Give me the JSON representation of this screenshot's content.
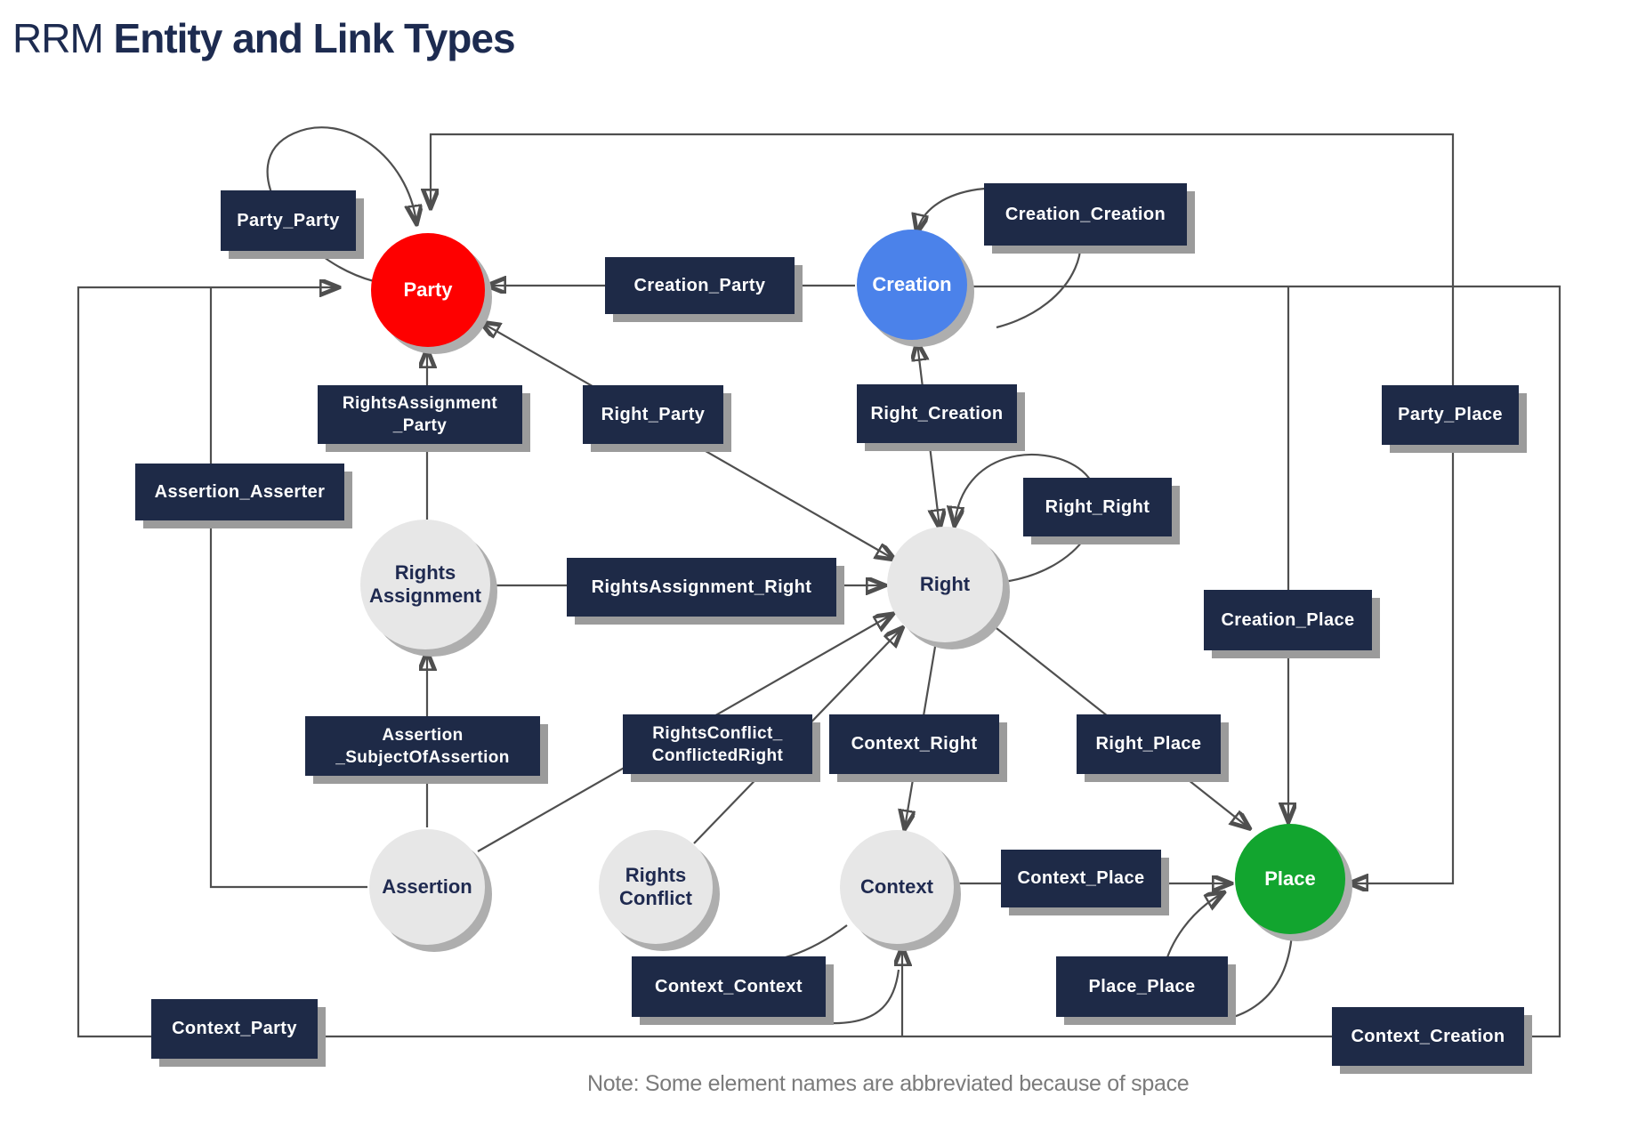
{
  "title": {
    "prefix": "RRM",
    "rest": " Entity and Link Types"
  },
  "note": "Note: Some element names are abbreviated because of space",
  "entities": {
    "party": {
      "label": "Party"
    },
    "creation": {
      "label": "Creation"
    },
    "rights_assignment": {
      "line1": "Rights",
      "line2": "Assignment"
    },
    "right": {
      "label": "Right"
    },
    "assertion": {
      "label": "Assertion"
    },
    "rights_conflict": {
      "line1": "Rights",
      "line2": "Conflict"
    },
    "context": {
      "label": "Context"
    },
    "place": {
      "label": "Place"
    }
  },
  "links": {
    "party_party": {
      "label": "Party_Party"
    },
    "creation_creation": {
      "label": "Creation_Creation"
    },
    "creation_party": {
      "label": "Creation_Party"
    },
    "rightsassignment_party": {
      "line1": "RightsAssignment",
      "line2": "_Party"
    },
    "right_party": {
      "label": "Right_Party"
    },
    "right_creation": {
      "label": "Right_Creation"
    },
    "assertion_asserter": {
      "label": "Assertion_Asserter"
    },
    "right_right": {
      "label": "Right_Right"
    },
    "rightsassignment_right": {
      "label": "RightsAssignment_Right"
    },
    "creation_place": {
      "label": "Creation_Place"
    },
    "party_place": {
      "label": "Party_Place"
    },
    "assertion_subjectofassertion": {
      "line1": "Assertion",
      "line2": "_SubjectOfAssertion"
    },
    "rightsconflict_conflictedright": {
      "line1": "RightsConflict_",
      "line2": "ConflictedRight"
    },
    "context_right": {
      "label": "Context_Right"
    },
    "right_place": {
      "label": "Right_Place"
    },
    "context_place": {
      "label": "Context_Place"
    },
    "context_context": {
      "label": "Context_Context"
    },
    "place_place": {
      "label": "Place_Place"
    },
    "context_party": {
      "label": "Context_Party"
    },
    "context_creation": {
      "label": "Context_Creation"
    }
  },
  "colors": {
    "party": "#fe0000",
    "creation": "#4b82ea",
    "place": "#12a52f",
    "entity_gray": "#e7e7e7",
    "link_box": "#1e2a47",
    "line": "#4f4f4f",
    "title": "#1d2b50",
    "note": "#7b7b7b"
  }
}
